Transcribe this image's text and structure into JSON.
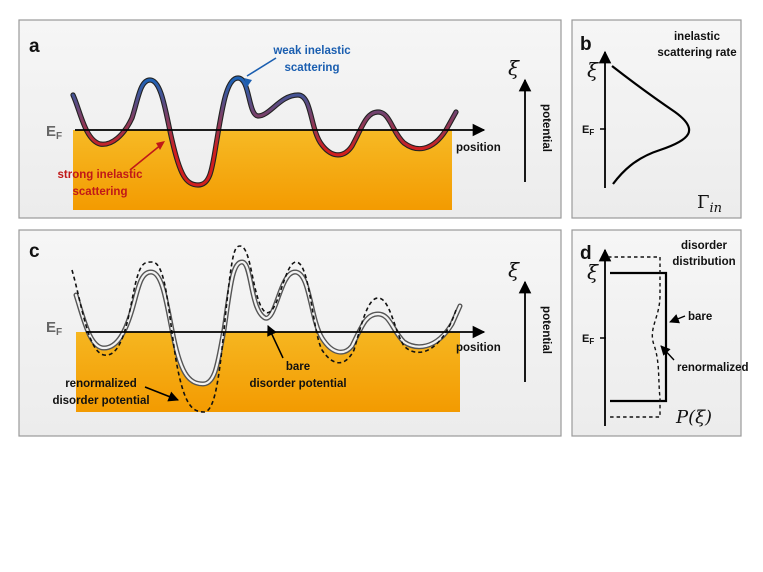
{
  "panels": {
    "a": {
      "letter": "a",
      "fermi": "E",
      "fermi_sub": "F",
      "label_weak": [
        "weak inelastic",
        "scattering"
      ],
      "label_strong": [
        "strong inelastic",
        "scattering"
      ],
      "axis_x": "position",
      "axis_y": "potential",
      "xi": "ξ"
    },
    "b": {
      "letter": "b",
      "title": [
        "inelastic",
        "scattering rate"
      ],
      "xi": "ξ",
      "fermi": "E",
      "fermi_sub": "F",
      "formula": "Γ",
      "formula_sub": "in"
    },
    "c": {
      "letter": "c",
      "fermi": "E",
      "fermi_sub": "F",
      "label_bare": [
        "bare",
        "disorder potential"
      ],
      "label_renorm": [
        "renormalized",
        "disorder potential"
      ],
      "axis_x": "position",
      "axis_y": "potential",
      "xi": "ξ"
    },
    "d": {
      "letter": "d",
      "title": [
        "disorder",
        "distribution"
      ],
      "xi": "ξ",
      "fermi": "E",
      "fermi_sub": "F",
      "label_bare": "bare",
      "label_renorm": "renormalized",
      "formula": "P(ξ)"
    }
  },
  "colors": {
    "fill_top": "#f7b500",
    "fill_bottom": "#f8cc3a",
    "strong": "#d11f1f",
    "weak": "#1f62b5",
    "label_weak": "#1a5eb0",
    "label_strong": "#c01818"
  }
}
